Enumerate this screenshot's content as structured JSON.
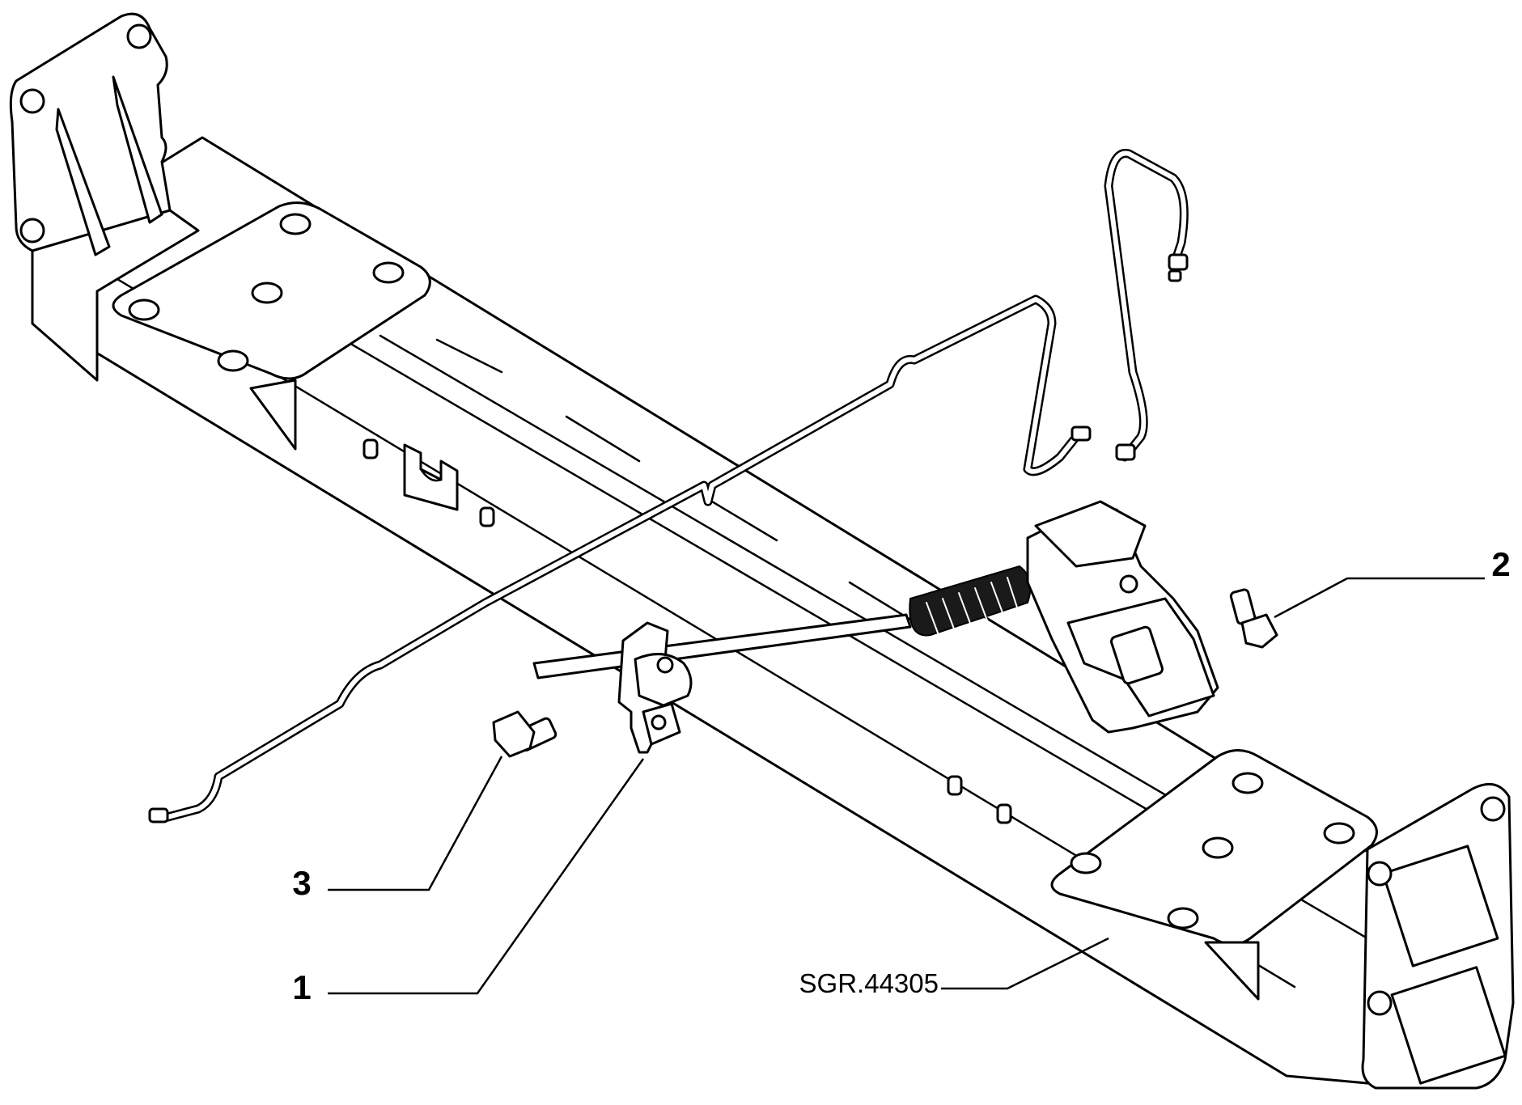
{
  "diagram": {
    "reference_code": "SGR.44305",
    "callouts": [
      {
        "number": "1",
        "part": "bracket"
      },
      {
        "number": "2",
        "part": "bolt"
      },
      {
        "number": "3",
        "part": "bolt"
      }
    ],
    "colors": {
      "line": "#000000",
      "background": "#ffffff"
    }
  }
}
